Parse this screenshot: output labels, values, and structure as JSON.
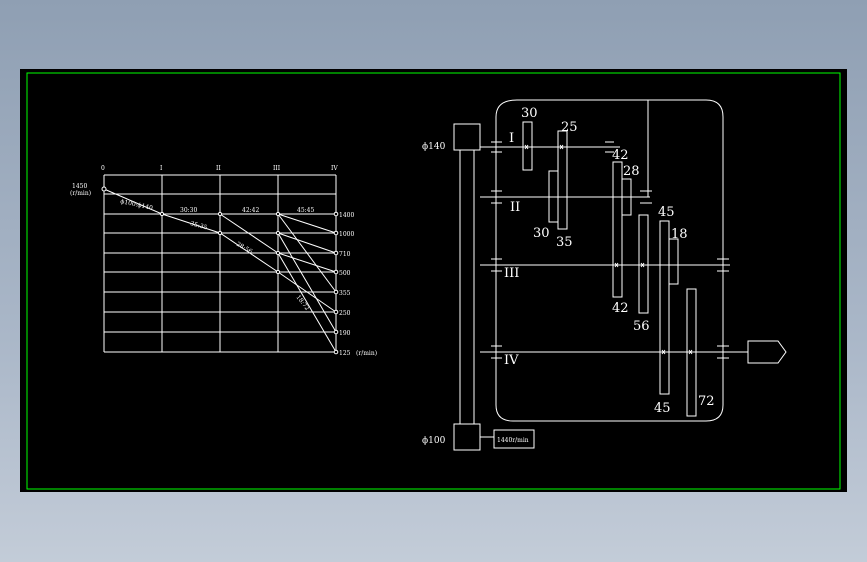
{
  "colors": {
    "background": "#000000",
    "line": "#ffffff",
    "frame_border": "#00ff00"
  },
  "speed_chart": {
    "shaft_labels": [
      "0",
      "I",
      "II",
      "III",
      "IV"
    ],
    "input_speed": "1450",
    "input_unit": "(r/min)",
    "speed_labels": [
      "1400",
      "1000",
      "710",
      "500",
      "355",
      "250",
      "190",
      "125"
    ],
    "output_unit": "(r/min)",
    "ratio_labels": [
      "ϕ100:ϕ140",
      "30:30",
      "35:35",
      "42:42",
      "28:56",
      "45:45",
      "18:72"
    ]
  },
  "gear_diagram": {
    "pulley_top_label": "ϕ140",
    "pulley_bottom_label": "ϕ100",
    "motor_label": "1440r/min",
    "shaft_labels": [
      "I",
      "II",
      "III",
      "IV"
    ],
    "gear_teeth": [
      "30",
      "25",
      "42",
      "28",
      "30",
      "35",
      "45",
      "18",
      "42",
      "56",
      "45",
      "72"
    ]
  }
}
